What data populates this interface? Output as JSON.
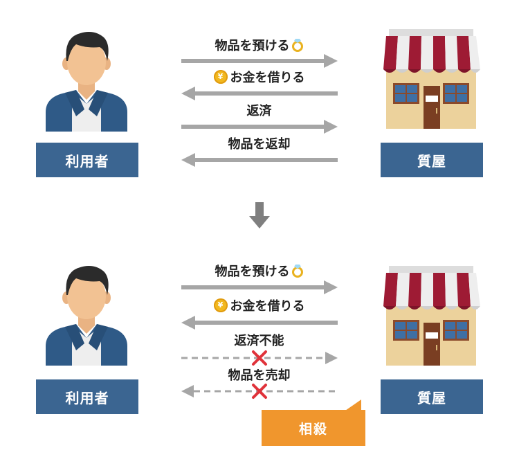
{
  "top": {
    "user_label": "利用者",
    "shop_label": "質屋",
    "arrows": [
      {
        "text": "物品を預ける",
        "direction": "right",
        "style": "solid",
        "icon": "ring-icon"
      },
      {
        "text": "お金を借りる",
        "direction": "left",
        "style": "solid",
        "icon": "yen-coin-icon"
      },
      {
        "text": "返済",
        "direction": "right",
        "style": "solid"
      },
      {
        "text": "物品を返却",
        "direction": "left",
        "style": "solid"
      }
    ]
  },
  "bottom": {
    "user_label": "利用者",
    "shop_label": "質屋",
    "arrows": [
      {
        "text": "物品を預ける",
        "direction": "right",
        "style": "solid",
        "icon": "ring-icon"
      },
      {
        "text": "お金を借りる",
        "direction": "left",
        "style": "solid",
        "icon": "yen-coin-icon"
      },
      {
        "text": "返済不能",
        "direction": "right",
        "style": "dashed",
        "blocked": true
      },
      {
        "text": "物品を売却",
        "direction": "left",
        "style": "dashed",
        "blocked": true
      }
    ],
    "callout": "相殺"
  },
  "coin_symbol": "¥",
  "colors": {
    "label_bg": "#3b6591",
    "arrow_gray": "#a6a6a6",
    "cross_red": "#e0323a",
    "callout_orange": "#f0962d",
    "awning_red": "#9e1b34",
    "awning_white": "#eeeeee",
    "shop_wall": "#ecd29c",
    "shop_door": "#7a3e22",
    "window_blue": "#3f6fa4",
    "jacket_blue": "#2f5a87",
    "skin": "#f2c293",
    "hair": "#2b2b2b"
  }
}
